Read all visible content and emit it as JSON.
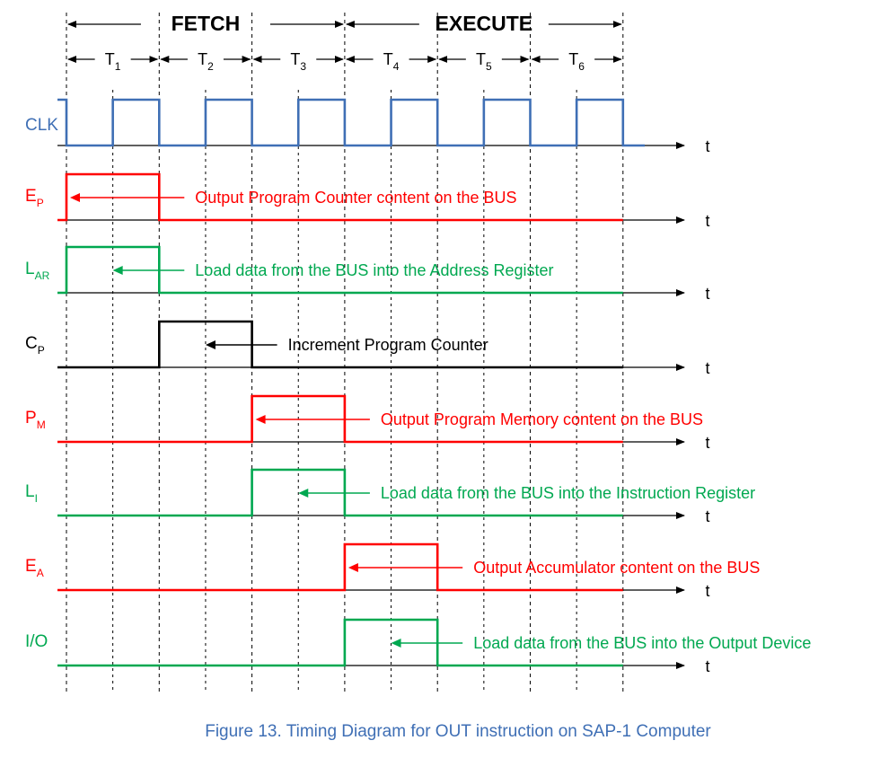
{
  "colors": {
    "clk": "#3f6fb5",
    "red": "#ff0000",
    "green": "#00a850",
    "black": "#000000",
    "caption": "#3f6fb5"
  },
  "phases": [
    {
      "name": "fetch",
      "label": "FETCH"
    },
    {
      "name": "execute",
      "label": "EXECUTE"
    }
  ],
  "t_states": [
    {
      "main": "T",
      "sub": "1"
    },
    {
      "main": "T",
      "sub": "2"
    },
    {
      "main": "T",
      "sub": "3"
    },
    {
      "main": "T",
      "sub": "4"
    },
    {
      "main": "T",
      "sub": "5"
    },
    {
      "main": "T",
      "sub": "6"
    }
  ],
  "time_label": "t",
  "signals": [
    {
      "id": "clk",
      "main": "CLK",
      "sub": "",
      "color": "clk",
      "type": "clock",
      "annotation": ""
    },
    {
      "id": "ep",
      "main": "E",
      "sub": "P",
      "color": "red",
      "type": "pulse",
      "high_from_t_state": 1,
      "high_to_t_state": 1,
      "annotation": "Output Program Counter content on the BUS"
    },
    {
      "id": "lar",
      "main": "L",
      "sub": "AR",
      "color": "green",
      "type": "pulse",
      "high_from_t_state": 1,
      "high_to_t_state": 1,
      "annotation": "Load data from the BUS into the Address Register"
    },
    {
      "id": "cp",
      "main": "C",
      "sub": "P",
      "color": "black",
      "type": "pulse",
      "high_from_t_state": 2,
      "high_to_t_state": 2,
      "annotation": "Increment Program Counter"
    },
    {
      "id": "pm",
      "main": "P",
      "sub": "M",
      "color": "red",
      "type": "pulse",
      "high_from_t_state": 3,
      "high_to_t_state": 3,
      "annotation": "Output Program Memory content on the BUS"
    },
    {
      "id": "li",
      "main": "L",
      "sub": "I",
      "color": "green",
      "type": "pulse",
      "high_from_t_state": 3,
      "high_to_t_state": 3,
      "annotation": "Load data from the BUS into the Instruction Register"
    },
    {
      "id": "ea",
      "main": "E",
      "sub": "A",
      "color": "red",
      "type": "pulse",
      "high_from_t_state": 4,
      "high_to_t_state": 4,
      "annotation": "Output Accumulator content on the BUS"
    },
    {
      "id": "io",
      "main": "I/O",
      "sub": "",
      "color": "green",
      "type": "pulse",
      "high_from_t_state": 4,
      "high_to_t_state": 4,
      "annotation": "Load data from the BUS into the Output Device"
    }
  ],
  "caption": "Figure 13. Timing Diagram for OUT instruction on SAP-1 Computer"
}
